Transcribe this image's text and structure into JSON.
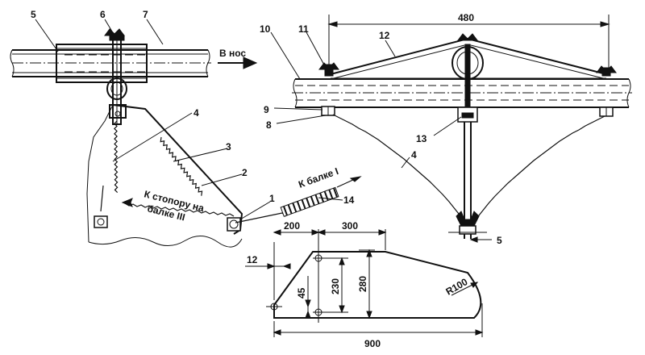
{
  "callouts": {
    "c1": "1",
    "c2": "2",
    "c3": "3",
    "c4_left": "4",
    "c4_right": "4",
    "c5": "5",
    "c6": "6",
    "c7": "7",
    "c8": "8",
    "c9": "9",
    "c10": "10",
    "c11": "11",
    "c12": "12",
    "c13": "13",
    "c14": "14"
  },
  "arrows": {
    "to_nose": "В нос",
    "to_beam_1": "К балке I",
    "to_stopper_line1": "К стопору на",
    "to_stopper_line2": "балке III"
  },
  "dimensions": {
    "span_top": "480",
    "gap_5": "5",
    "d200": "200",
    "d300": "300",
    "d12": "12",
    "d45": "45",
    "d230": "230",
    "d280": "280",
    "d900": "900",
    "r100": "R100"
  }
}
